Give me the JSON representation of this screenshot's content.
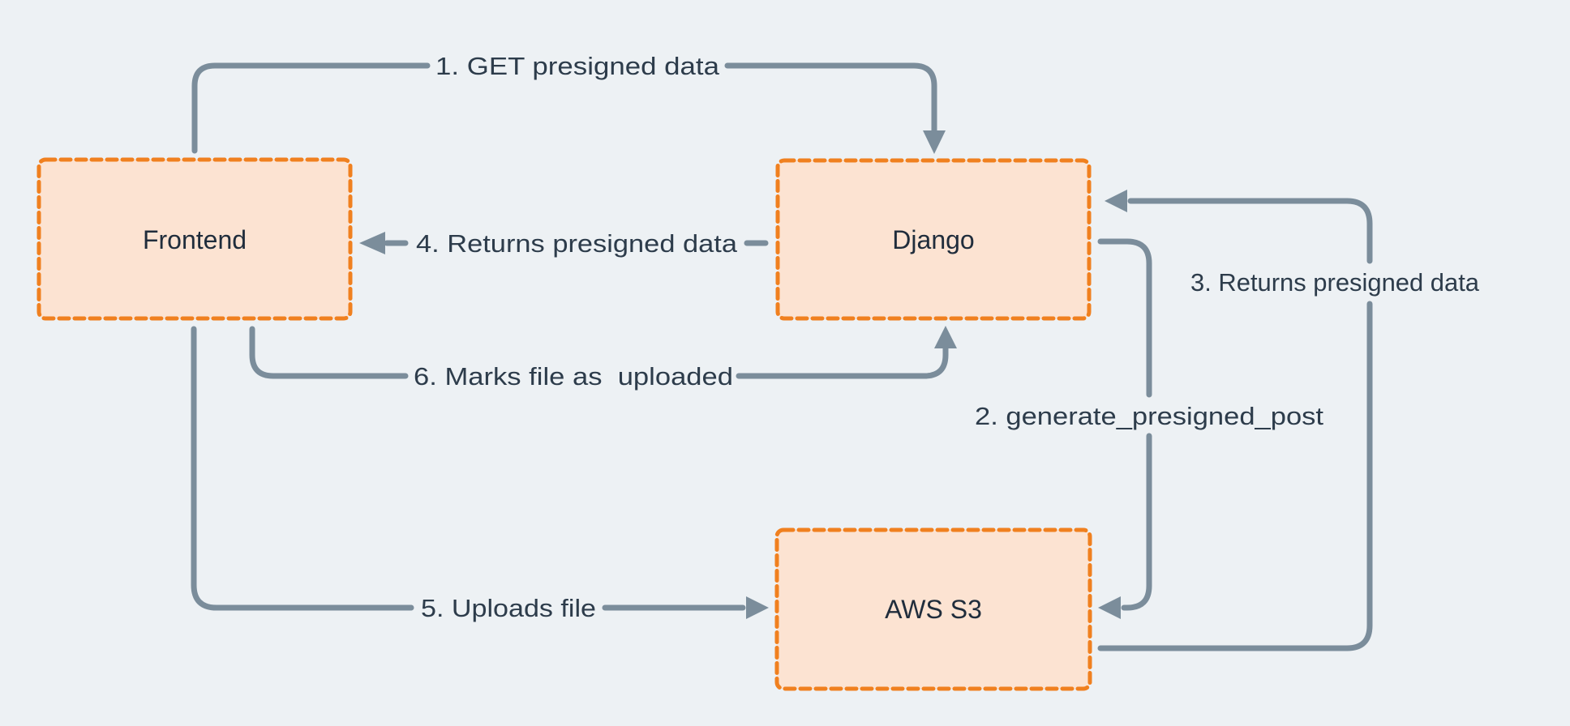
{
  "diagram": {
    "description": "Presigned S3 upload flow between Frontend, Django and AWS S3",
    "colors": {
      "background": "#edf1f4",
      "node_fill": "#fce3d2",
      "node_border": "#f0801f",
      "connector": "#7b8d9b",
      "edge_label_text": "#2d3c4b",
      "node_label_text": "#202d3c"
    },
    "nodes": [
      {
        "id": "frontend",
        "label": "Frontend"
      },
      {
        "id": "django",
        "label": "Django"
      },
      {
        "id": "aws-s3",
        "label": "AWS S3"
      }
    ],
    "edges": [
      {
        "id": "1",
        "label": "1. GET presigned data",
        "from": "frontend",
        "to": "django"
      },
      {
        "id": "2",
        "label": "2. generate_presigned_post",
        "from": "django",
        "to": "aws-s3"
      },
      {
        "id": "3",
        "label": "3. Returns presigned data",
        "from": "aws-s3",
        "to": "django"
      },
      {
        "id": "4",
        "label": "4. Returns presigned data",
        "from": "django",
        "to": "frontend"
      },
      {
        "id": "5",
        "label": "5. Uploads file",
        "from": "frontend",
        "to": "aws-s3"
      },
      {
        "id": "6",
        "label": "6. Marks file as  uploaded",
        "from": "frontend",
        "to": "django"
      }
    ]
  }
}
